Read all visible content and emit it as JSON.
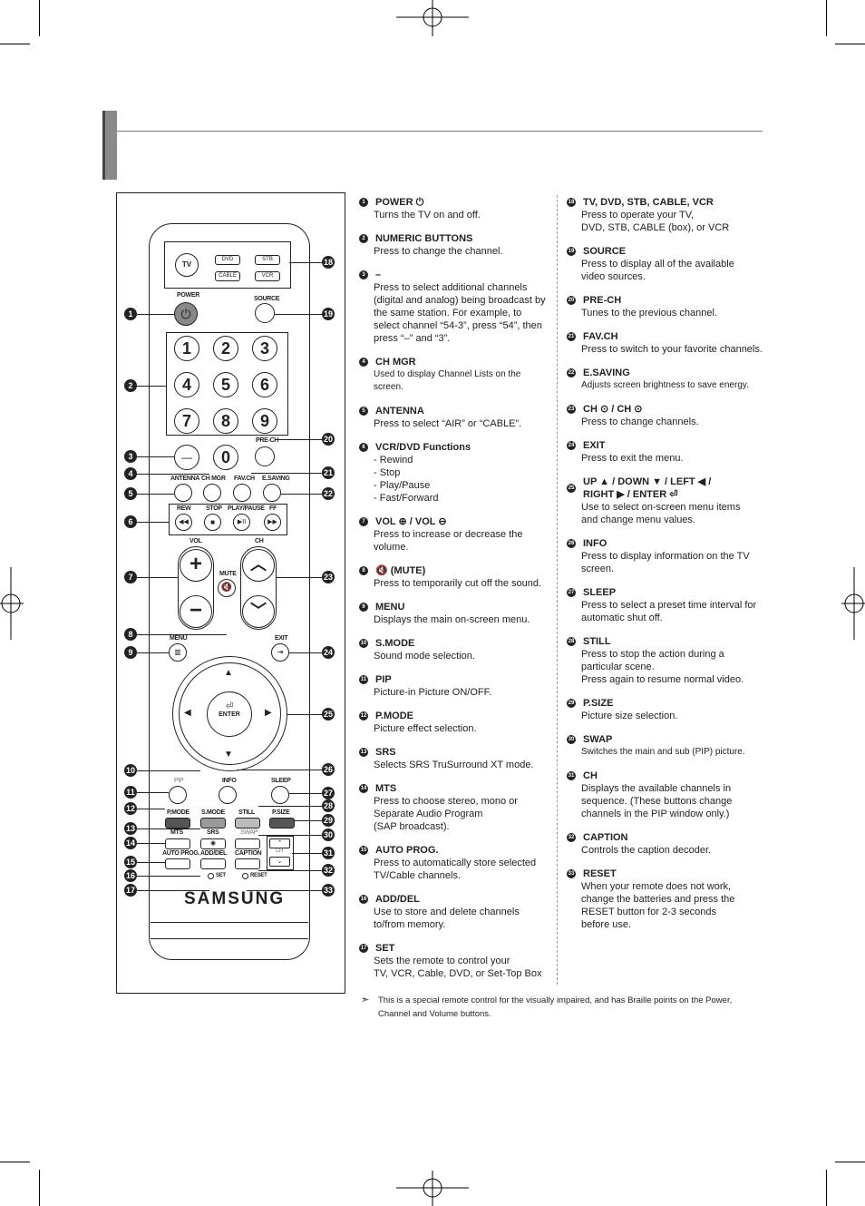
{
  "left_items": [
    {
      "num": "1",
      "title": "POWER ⏻",
      "desc": "Turns the TV on and off."
    },
    {
      "num": "2",
      "title": "NUMERIC BUTTONS",
      "desc": "Press to change the channel."
    },
    {
      "num": "3",
      "title": "–",
      "desc": "Press to select additional channels\n(digital and analog) being broadcast by\nthe same station. For example, to\nselect channel “54-3”, press “54”, then\npress “–” and “3”."
    },
    {
      "num": "4",
      "title": "CH MGR",
      "desc": "Used to display Channel Lists on the\nscreen.",
      "small": true
    },
    {
      "num": "5",
      "title": "ANTENNA",
      "desc": "Press to select “AIR” or “CABLE”."
    },
    {
      "num": "6",
      "title": "VCR/DVD Functions",
      "desc": "- Rewind\n- Stop\n- Play/Pause\n- Fast/Forward"
    },
    {
      "num": "7",
      "title": "VOL ⊕ / VOL ⊖",
      "desc": "Press to increase or decrease the\nvolume."
    },
    {
      "num": "8",
      "title": "🔇 (MUTE)",
      "desc": "Press to temporarily cut off the sound."
    },
    {
      "num": "9",
      "title": "MENU",
      "desc": "Displays the main on-screen menu."
    },
    {
      "num": "10",
      "title": "S.MODE",
      "desc": "Sound mode selection."
    },
    {
      "num": "11",
      "title": "PIP",
      "desc": "Picture-in Picture ON/OFF."
    },
    {
      "num": "12",
      "title": "P.MODE",
      "desc": "Picture effect selection."
    },
    {
      "num": "13",
      "title": "SRS",
      "desc": "Selects SRS TruSurround XT mode."
    },
    {
      "num": "14",
      "title": "MTS",
      "desc": "Press to choose stereo, mono or\nSeparate Audio Program\n(SAP broadcast)."
    },
    {
      "num": "15",
      "title": "AUTO PROG.",
      "desc": "Press to automatically store selected\nTV/Cable channels."
    },
    {
      "num": "16",
      "title": "ADD/DEL",
      "desc": "Use to store and delete channels\nto/from memory."
    },
    {
      "num": "17",
      "title": "SET",
      "desc": "Sets the remote to control your\nTV, VCR, Cable, DVD, or Set-Top Box"
    }
  ],
  "right_items": [
    {
      "num": "18",
      "title": "TV, DVD, STB, CABLE, VCR",
      "desc": "Press to operate your TV,\nDVD, STB, CABLE (box), or VCR"
    },
    {
      "num": "19",
      "title": "SOURCE",
      "desc": "Press to display all of the available\nvideo sources."
    },
    {
      "num": "20",
      "title": "PRE-CH",
      "desc": "Tunes to the previous channel."
    },
    {
      "num": "21",
      "title": "FAV.CH",
      "desc": "Press to switch to your favorite channels."
    },
    {
      "num": "22",
      "title": "E.SAVING",
      "desc": "Adjusts screen brightness to save energy.",
      "small": true
    },
    {
      "num": "23",
      "title": "CH ⊙ / CH ⊙",
      "desc": "Press to change channels."
    },
    {
      "num": "24",
      "title": "EXIT",
      "desc": "Press to exit the menu."
    },
    {
      "num": "25",
      "title": "UP ▲ / DOWN ▼ / LEFT ◀ /\nRIGHT ▶ / ENTER ⏎",
      "desc": "Use to select on-screen menu items\nand change menu values."
    },
    {
      "num": "26",
      "title": "INFO",
      "desc": "Press to display information on the TV\nscreen."
    },
    {
      "num": "27",
      "title": "SLEEP",
      "desc": "Press to select a preset time interval for\nautomatic shut off."
    },
    {
      "num": "28",
      "title": "STILL",
      "desc": "Press to stop the action during a\nparticular scene.\nPress again to resume normal video."
    },
    {
      "num": "29",
      "title": "P.SIZE",
      "desc": "Picture size selection."
    },
    {
      "num": "30",
      "title": "SWAP",
      "desc": "Switches the main and sub (PIP) picture.",
      "small": true
    },
    {
      "num": "31",
      "title": "CH",
      "desc": "Displays the available channels in\nsequence. (These buttons change\nchannels in the PIP window only.)"
    },
    {
      "num": "32",
      "title": "CAPTION",
      "desc": "Controls the caption decoder."
    },
    {
      "num": "33",
      "title": "RESET",
      "desc": "When your remote does not work,\nchange the batteries and press the\nRESET button for 2-3 seconds\nbefore use."
    }
  ],
  "note": {
    "symbol": "➣",
    "text": "This is a special remote control for the visually impaired, and has Braille points on the Power,\nChannel and Volume buttons."
  },
  "remote": {
    "tv": "TV",
    "dvd": "DVD",
    "stb": "STB",
    "cable": "CABLE",
    "vcr": "VCR",
    "power": "POWER",
    "source": "SOURCE",
    "prech": "PRE-CH",
    "antenna": "ANTENNA",
    "chmgr": "CH MGR",
    "favch": "FAV.CH",
    "esaving": "E.SAVING",
    "rew": "REW",
    "stop": "STOP",
    "playpause": "PLAY/PAUSE",
    "ff": "FF",
    "vol": "VOL",
    "ch": "CH",
    "mute": "MUTE",
    "menu": "MENU",
    "exit": "EXIT",
    "enter": "ENTER",
    "pip": "PIP",
    "info": "INFO",
    "sleep": "SLEEP",
    "pmode": "P.MODE",
    "smode": "S.MODE",
    "still": "STILL",
    "psize": "P.SIZE",
    "mts": "MTS",
    "srs": "SRS",
    "swap": "SWAP",
    "autoprog": "AUTO PROG.",
    "adddel": "ADD/DEL",
    "caption": "CAPTION",
    "chsmall": "CH",
    "set": "SET",
    "reset": "RESET",
    "brand": "SAMSUNG",
    "digits": [
      "1",
      "2",
      "3",
      "4",
      "5",
      "6",
      "7",
      "8",
      "9",
      "0"
    ],
    "dash": "—",
    "callouts_left": [
      "1",
      "2",
      "3",
      "4",
      "5",
      "6",
      "7",
      "8",
      "9",
      "10",
      "11",
      "12",
      "13",
      "14",
      "15",
      "16",
      "17"
    ],
    "callouts_right": [
      "18",
      "19",
      "20",
      "21",
      "22",
      "23",
      "24",
      "25",
      "26",
      "27",
      "28",
      "29",
      "30",
      "31",
      "32",
      "33"
    ]
  }
}
